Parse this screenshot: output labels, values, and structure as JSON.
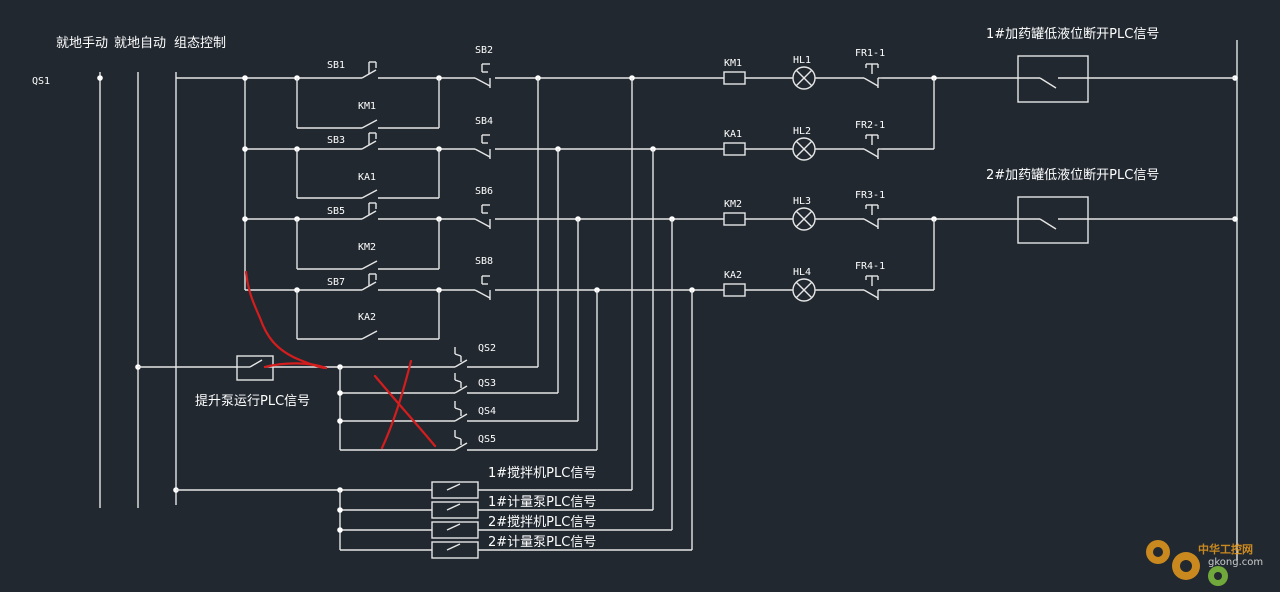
{
  "header": {
    "mode_manual": "就地手动",
    "mode_auto": "就地自动",
    "mode_scada": "组态控制"
  },
  "labels": {
    "qs1": "QS1",
    "sb1": "SB1",
    "sb2": "SB2",
    "sb3": "SB3",
    "sb4": "SB4",
    "sb5": "SB5",
    "sb6": "SB6",
    "sb7": "SB7",
    "sb8": "SB8",
    "km1_contact": "KM1",
    "ka1_contact": "KA1",
    "km2_contact": "KM2",
    "ka2_contact": "KA2",
    "km1_coil": "KM1",
    "ka1_coil": "KA1",
    "km2_coil": "KM2",
    "ka2_coil": "KA2",
    "hl1": "HL1",
    "hl2": "HL2",
    "hl3": "HL3",
    "hl4": "HL4",
    "fr1": "FR1-1",
    "fr2": "FR2-1",
    "fr3": "FR3-1",
    "fr4": "FR4-1",
    "qs2": "QS2",
    "qs3": "QS3",
    "qs4": "QS4",
    "qs5": "QS5",
    "plc_tank1": "1#加药罐低液位断开PLC信号",
    "plc_tank2": "2#加药罐低液位断开PLC信号",
    "plc_pump_run": "提升泵运行PLC信号",
    "plc_mixer1": "1#搅拌机PLC信号",
    "plc_meter1": "1#计量泵PLC信号",
    "plc_mixer2": "2#搅拌机PLC信号",
    "plc_meter2": "2#计量泵PLC信号",
    "watermark_cn": "中华工控网",
    "watermark_en": "gkong.com"
  },
  "colors": {
    "background": "#212830",
    "wire": "#e6e6e6",
    "markup": "#d41d1d",
    "watermark": "#e89a1c"
  }
}
